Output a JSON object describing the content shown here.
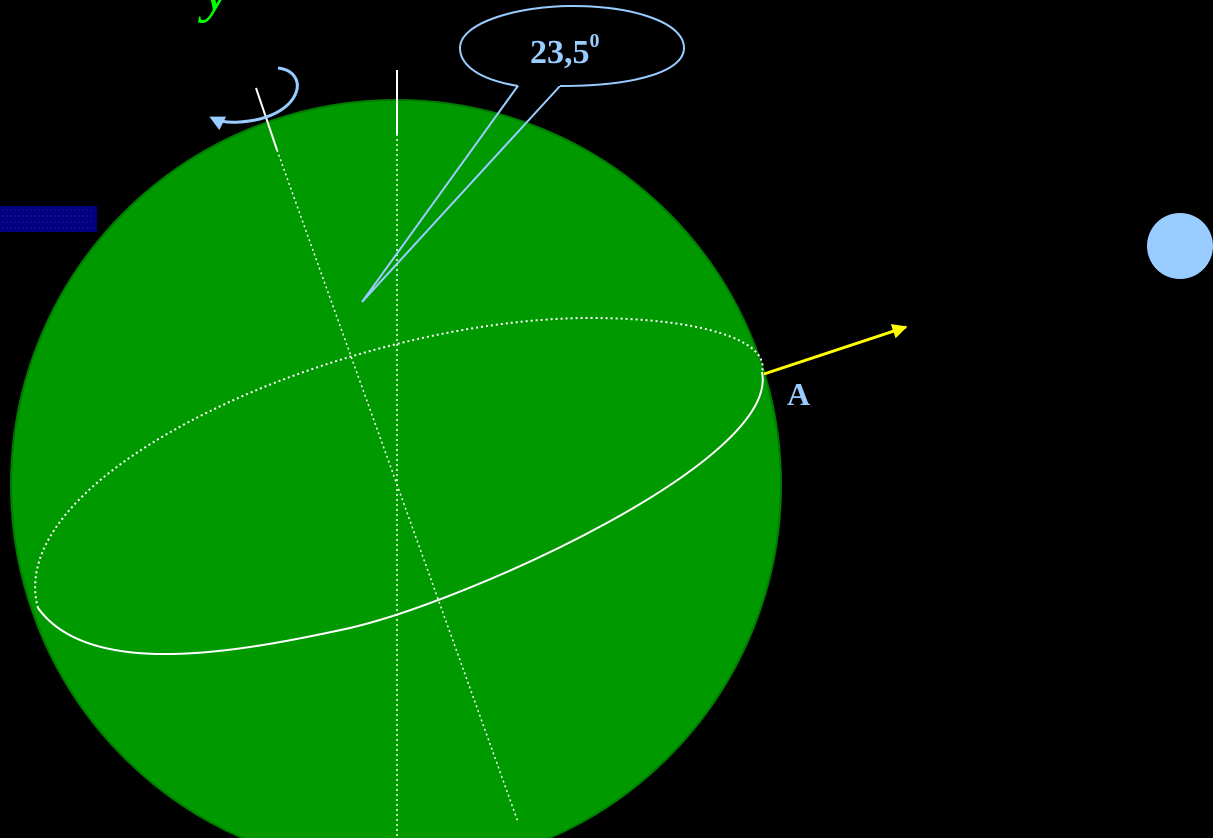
{
  "diagram": {
    "angle_callout": {
      "value": "23,5",
      "superscript": "0"
    },
    "point_label": "A",
    "colors": {
      "background": "#000000",
      "sphere_fill": "#009900",
      "sphere_stroke": "#007a00",
      "lines": "#ffffff",
      "callout": "#99ccff",
      "arrow": "#ffff00",
      "side_circle": "#99ccff",
      "side_bar": "#000080",
      "partial_glyph": "#00ff00"
    },
    "icons": [
      "rotation-arrow-icon",
      "direction-arrow-icon"
    ]
  }
}
